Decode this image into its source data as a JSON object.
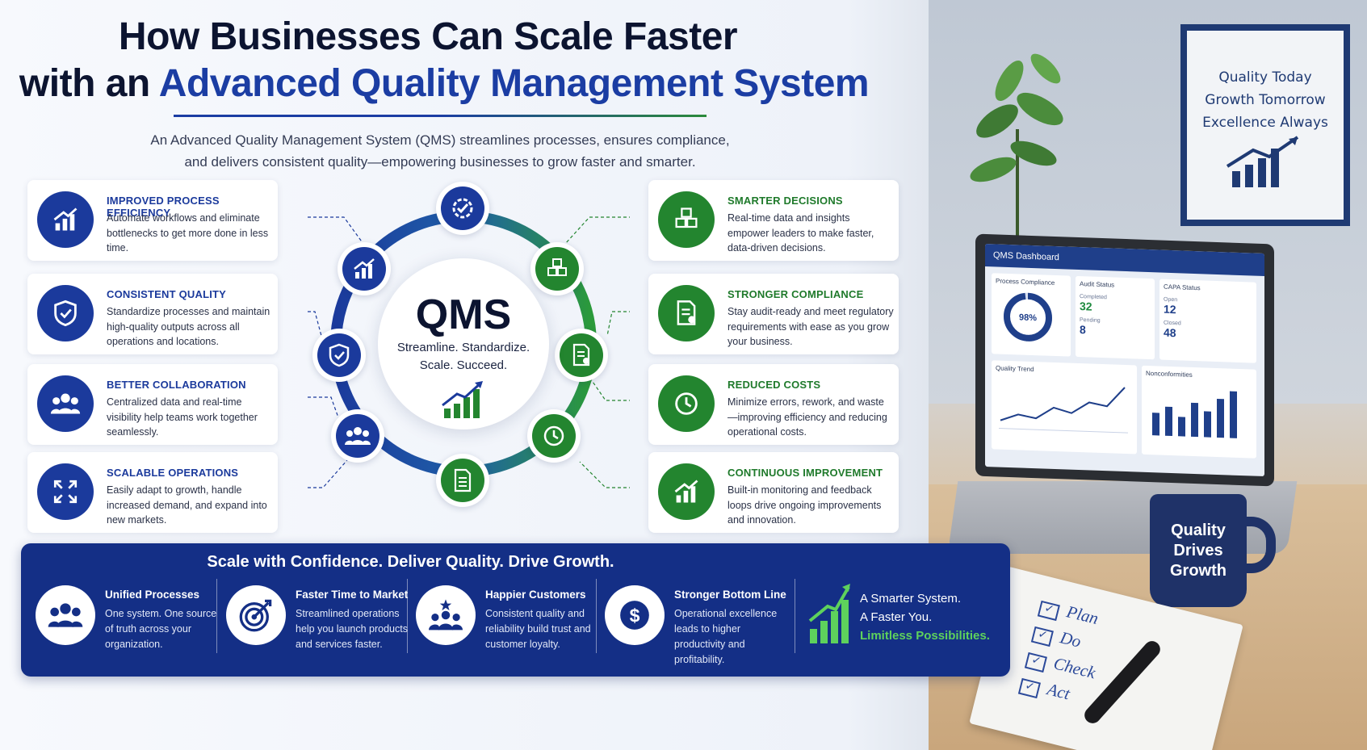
{
  "header": {
    "title_line1": "How Businesses Can Scale Faster",
    "title_line2_prefix": "with an",
    "title_line2_accent": "Advanced Quality Management System",
    "subtitle_line1": "An Advanced Quality Management System (QMS) streamlines processes, ensures compliance,",
    "subtitle_line2": "and delivers consistent quality—empowering businesses to grow faster and smarter."
  },
  "left_cards": [
    {
      "title": "IMPROVED PROCESS EFFICIENCY",
      "desc": "Automate workflows and eliminate bottlenecks to get more done in less time.",
      "icon": "growth-chart-icon"
    },
    {
      "title": "CONSISTENT QUALITY",
      "desc": "Standardize processes and maintain high-quality outputs across all operations and locations.",
      "icon": "shield-check-icon"
    },
    {
      "title": "BETTER COLLABORATION",
      "desc": "Centralized data and real-time visibility help teams work together seamlessly.",
      "icon": "team-icon"
    },
    {
      "title": "SCALABLE OPERATIONS",
      "desc": "Easily adapt to growth, handle increased demand, and expand into new markets.",
      "icon": "expand-arrows-icon"
    }
  ],
  "right_cards": [
    {
      "title": "SMARTER DECISIONS",
      "desc": "Real-time data and insights empower leaders to make faster, data-driven decisions.",
      "icon": "cubes-icon"
    },
    {
      "title": "STRONGER COMPLIANCE",
      "desc": "Stay audit-ready and meet regulatory requirements with ease as you grow your business.",
      "icon": "document-shield-icon"
    },
    {
      "title": "REDUCED COSTS",
      "desc": "Minimize errors, rework, and waste—improving efficiency and reducing operational costs.",
      "icon": "clock-icon"
    },
    {
      "title": "CONTINUOUS IMPROVEMENT",
      "desc": "Built-in monitoring and feedback loops drive ongoing improvements and innovation.",
      "icon": "growth-chart-icon"
    }
  ],
  "center": {
    "label": "QMS",
    "tagline1": "Streamline. Standardize.",
    "tagline2": "Scale. Succeed."
  },
  "banner": {
    "title": "Scale with Confidence. Deliver Quality. Drive Growth.",
    "items": [
      {
        "title": "Unified Processes",
        "desc": "One system. One source of truth across your organization.",
        "icon": "team-icon"
      },
      {
        "title": "Faster Time to Market",
        "desc": "Streamlined operations help you launch products and services faster.",
        "icon": "target-icon"
      },
      {
        "title": "Happier Customers",
        "desc": "Consistent quality and reliability build trust and customer loyalty.",
        "icon": "customers-star-icon"
      },
      {
        "title": "Stronger Bottom Line",
        "desc": "Operational excellence leads to higher productivity and profitability.",
        "icon": "dollar-icon"
      }
    ],
    "final_line1": "A Smarter System.",
    "final_line2": "A Faster You.",
    "final_line3": "Limitless Possibilities."
  },
  "photo": {
    "poster_line1": "Quality Today",
    "poster_line2": "Growth Tomorrow",
    "poster_line3": "Excellence Always",
    "dashboard_title": "QMS Dashboard",
    "process_compliance_label": "Process Compliance",
    "process_compliance_value": "98%",
    "audit_status_label": "Audit Status",
    "audit_completed_label": "Completed",
    "audit_completed_value": "32",
    "audit_pending_label": "Pending",
    "audit_pending_value": "8",
    "capa_status_label": "CAPA Status",
    "capa_open_label": "Open",
    "capa_open_value": "12",
    "capa_closed_label": "Closed",
    "capa_closed_value": "48",
    "quality_trend_label": "Quality Trend",
    "nonconformities_label": "Nonconformities",
    "mug_line1": "Quality",
    "mug_line2": "Drives",
    "mug_line3": "Growth",
    "notebook_items": [
      "Plan",
      "Do",
      "Check",
      "Act"
    ]
  },
  "colors": {
    "brand_blue": "#1b3a9c",
    "brand_green": "#23852f",
    "banner_blue": "#142f86",
    "accent_green": "#5ed15c"
  }
}
